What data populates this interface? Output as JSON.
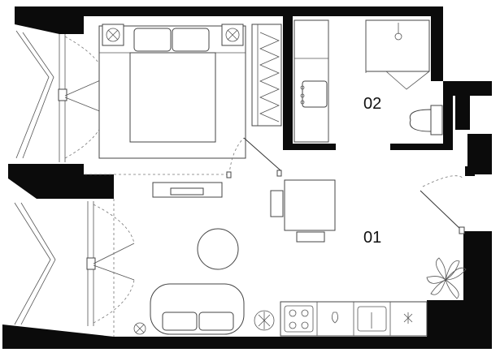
{
  "plan": {
    "rooms": [
      {
        "id": "room-01",
        "label": "01"
      },
      {
        "id": "room-02",
        "label": "02"
      }
    ],
    "colors": {
      "wall": "#0b0b0b",
      "line": "#444444",
      "background": "#ffffff"
    }
  }
}
